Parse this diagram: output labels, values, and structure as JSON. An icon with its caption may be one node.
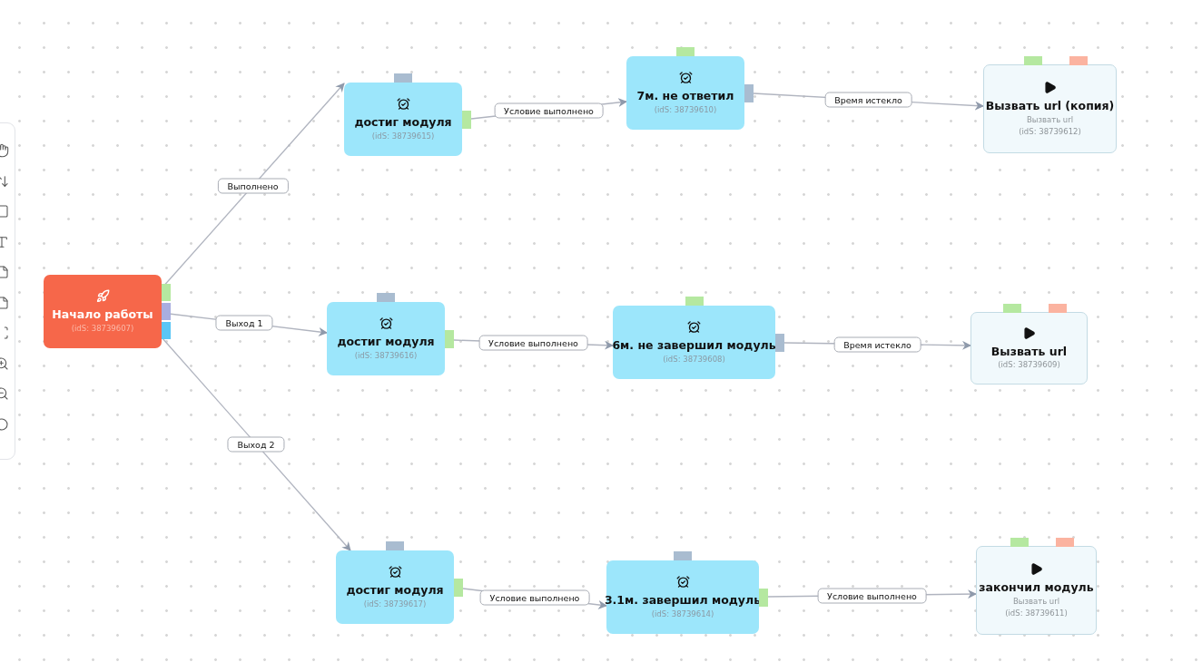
{
  "diagram": {
    "nodes": [
      {
        "text": [
          "Начало работы",
          "(idS: 38739607)"
        ]
      },
      {
        "text": [
          "достиг модуля",
          "(idS: 38739615)"
        ]
      },
      {
        "text": [
          "7м. не ответил",
          "(idS: 38739610)"
        ]
      },
      {
        "text": [
          "Вызвать url (копия)",
          "Вызвать url",
          "(idS: 38739612)"
        ]
      },
      {
        "text": [
          "достиг модуля",
          "(idS: 38739616)"
        ]
      },
      {
        "text": [
          "6м. не завершил модуль",
          "(idS: 38739608)"
        ]
      },
      {
        "text": [
          "Вызвать url",
          "(idS: 38739609)"
        ]
      },
      {
        "text": [
          "достиг модуля",
          "(idS: 38739617)"
        ]
      },
      {
        "text": [
          "3.1м. завершил модуль",
          "(idS: 38739614)"
        ]
      },
      {
        "text": [
          "закончил модуль",
          "Вызвать url",
          "(idS: 38739611)"
        ]
      }
    ],
    "edges": [
      {
        "from": 0,
        "to": 1,
        "arrow": "to",
        "label": "Выполнено"
      },
      {
        "from": 0,
        "to": 4,
        "arrow": "to",
        "label": "Выход 1"
      },
      {
        "from": 0,
        "to": 7,
        "arrow": "to",
        "label": "Выход 2"
      },
      {
        "from": 1,
        "to": 2,
        "arrow": "to",
        "label": "Условие выполнено"
      },
      {
        "from": 2,
        "to": 3,
        "arrow": "to",
        "label": "Время истекло"
      },
      {
        "from": 4,
        "to": 5,
        "arrow": "to",
        "label": "Условие выполнено"
      },
      {
        "from": 5,
        "to": 6,
        "arrow": "to",
        "label": "Время истекло"
      },
      {
        "from": 7,
        "to": 8,
        "arrow": "to",
        "label": "Условие выполнено"
      },
      {
        "from": 8,
        "to": 9,
        "arrow": "to",
        "label": "Условие выполнено"
      }
    ]
  }
}
